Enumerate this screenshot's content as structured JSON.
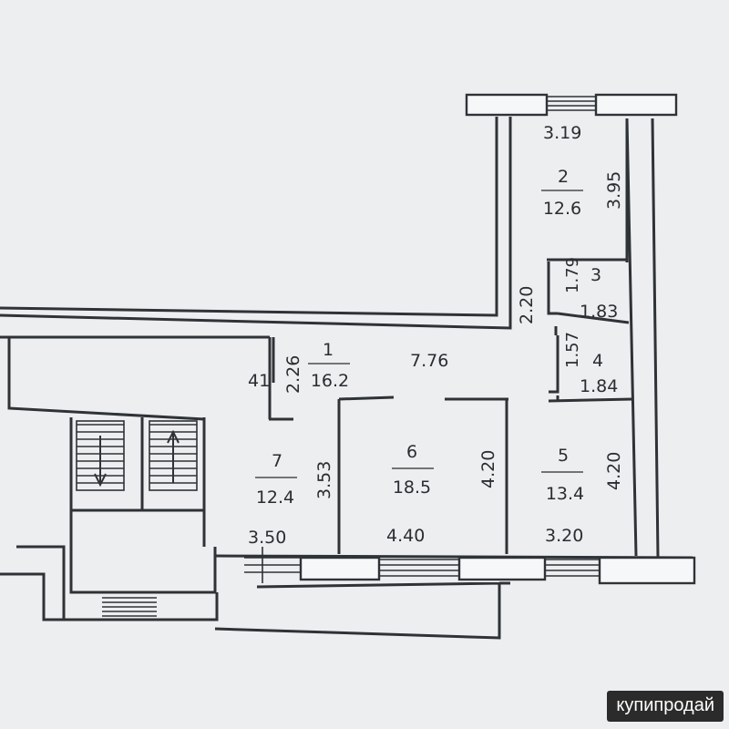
{
  "rooms": [
    {
      "number": "1",
      "area": "16.2"
    },
    {
      "number": "2",
      "area": "12.6"
    },
    {
      "number": "3"
    },
    {
      "number": "4"
    },
    {
      "number": "5",
      "area": "13.4"
    },
    {
      "number": "6",
      "area": "18.5"
    },
    {
      "number": "7",
      "area": "12.4"
    }
  ],
  "dimensions": {
    "room2_width": "3.19",
    "room2_depth": "3.95",
    "corridor_side": "2.20",
    "room3_a": "1.79",
    "room3_b": "1.83",
    "room4_a": "1.57",
    "room4_b": "1.84",
    "hall_length": "7.76",
    "hall_height": "2.26",
    "hall_cut": "41",
    "room7_depth": "3.53",
    "room7_width": "3.50",
    "room6_depth": "4.20",
    "room6_width": "4.40",
    "room5_depth": "4.20",
    "room5_width": "3.20"
  },
  "watermark": "купипродай"
}
